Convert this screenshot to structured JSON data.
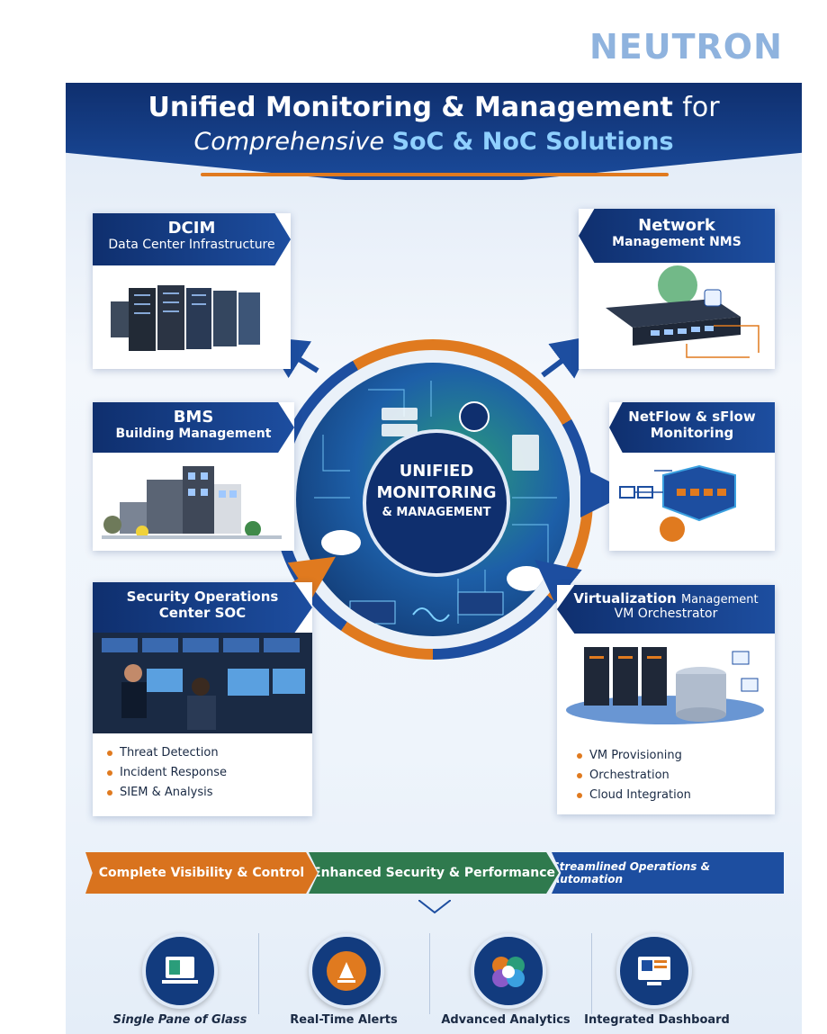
{
  "logo": {
    "text": "NEUTRON"
  },
  "header": {
    "title_bold": "Unified Monitoring & Management",
    "title_light": "for",
    "subtitle_light": "Comprehensive",
    "subtitle_bold": "SoC & NoC Solutions"
  },
  "hub": {
    "line1": "UNIFIED",
    "line2": "MONITORING",
    "line3": "& MANAGEMENT"
  },
  "modules": {
    "dcim": {
      "title": "DCIM",
      "subtitle": "Data Center Infrastructure"
    },
    "nms": {
      "title": "Network",
      "subtitle": "Management NMS"
    },
    "bms": {
      "title": "BMS",
      "subtitle": "Building Management"
    },
    "netflow": {
      "title": "NetFlow & sFlow",
      "subtitle": "Monitoring"
    },
    "soc": {
      "title": "Security Operations",
      "subtitle": "Center SOC",
      "bullets": [
        "Threat Detection",
        "Incident Response",
        "SIEM & Analysis"
      ]
    },
    "virt": {
      "title": "Virtualization",
      "title_suffix": "Management",
      "subtitle": "VM Orchestrator",
      "bullets": [
        "VM Provisioning",
        "Orchestration",
        "Cloud Integration"
      ]
    }
  },
  "benefits": [
    {
      "label": "Complete Visibility & Control",
      "color": "#d9731e"
    },
    {
      "label": "Enhanced Security & Performance",
      "color": "#2f7a4e"
    },
    {
      "label": "Streamlined Operations & Automation",
      "color": "#1d4ea0"
    }
  ],
  "features": [
    {
      "icon": "monitor-icon",
      "label": "Single Pane of Glass"
    },
    {
      "icon": "alert-bell-icon",
      "label": "Real-Time Alerts"
    },
    {
      "icon": "analytics-icon",
      "label": "Advanced Analytics"
    },
    {
      "icon": "dashboard-icon",
      "label": "Integrated Dashboard"
    }
  ],
  "colors": {
    "navy": "#0f2f6e",
    "blue": "#1d4ea0",
    "orange": "#e07a1f",
    "green": "#2f7a4e"
  }
}
